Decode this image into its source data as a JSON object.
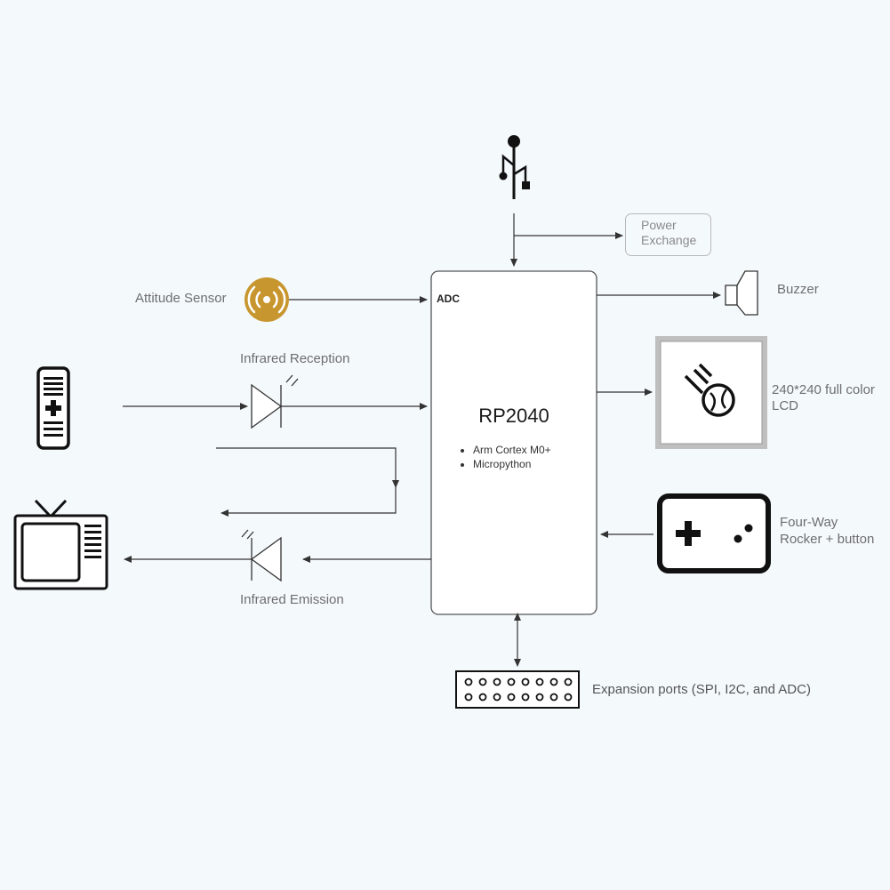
{
  "chip": {
    "name": "RP2040",
    "adc_label": "ADC",
    "features": [
      "Arm Cortex M0+",
      "Micropython"
    ]
  },
  "power": {
    "line1": "Power",
    "line2": "Exchange"
  },
  "labels": {
    "attitude_sensor": "Attitude Sensor",
    "infrared_reception": "Infrared Reception",
    "infrared_emission": "Infrared Emission",
    "buzzer": "Buzzer",
    "lcd_line1": "240*240 full color",
    "lcd_line2": "LCD",
    "rocker_line1": "Four-Way",
    "rocker_line2": "Rocker + button",
    "expansion": "Expansion ports (SPI, I2C, and ADC)"
  },
  "colors": {
    "background": "#f4f9fc",
    "sensor_gold": "#c8962e",
    "line": "#333333"
  },
  "icons": [
    "usb-icon",
    "attitude-sensor-icon",
    "remote-control-icon",
    "tv-icon",
    "ir-receiver-diode-icon",
    "ir-emitter-diode-icon",
    "buzzer-icon",
    "lcd-icon",
    "gamepad-icon",
    "pin-header-icon"
  ]
}
